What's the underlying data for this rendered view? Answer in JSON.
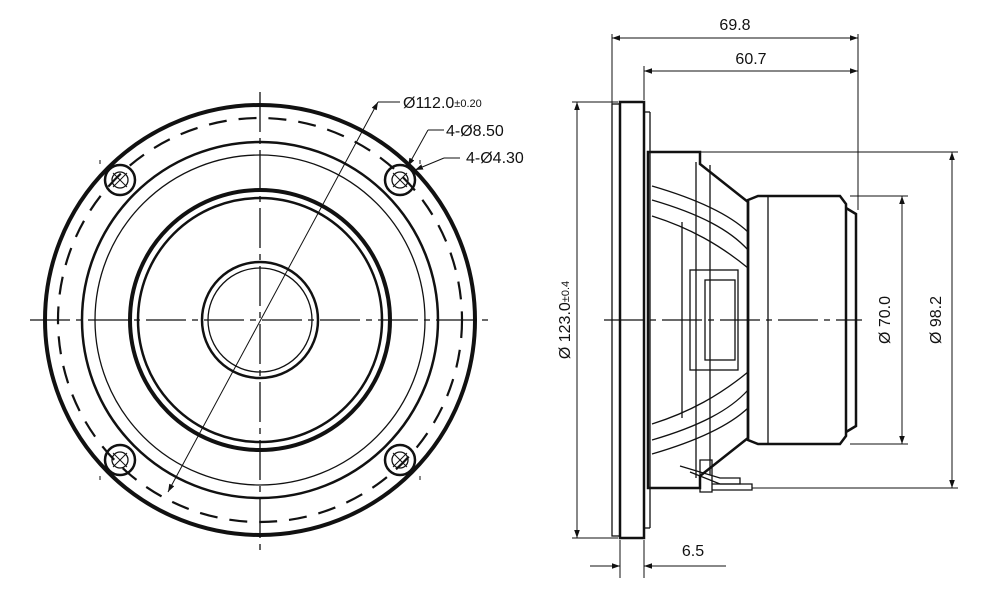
{
  "dimensions": {
    "front": {
      "flange_diameter": {
        "prefix": "Ø112.0",
        "tolerance": "±0.20"
      },
      "mount_hole_outer": "4-Ø8.50",
      "mount_hole_inner": "4-Ø4.30"
    },
    "side": {
      "overall_depth": "69.8",
      "depth_behind_flange": "60.7",
      "flange_thickness": "6.5",
      "outer_diameter": {
        "prefix": "Ø 123.0",
        "tolerance": "±0.4"
      },
      "magnet_diameter": "Ø 70.0",
      "basket_diameter": "Ø 98.2"
    }
  }
}
